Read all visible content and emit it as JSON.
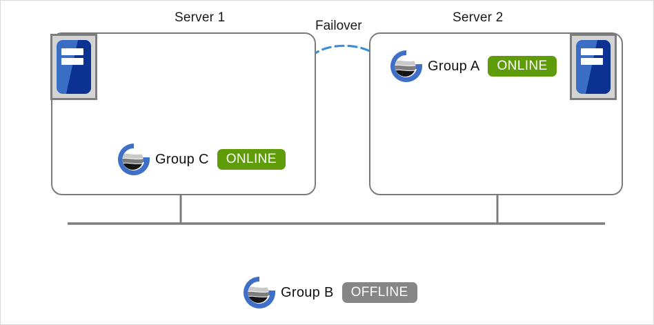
{
  "diagram": {
    "title_server1": "Server 1",
    "title_server2": "Server 2",
    "failover_label": "Failover",
    "colors": {
      "online": "#5f9c0a",
      "offline": "#868686",
      "box_border": "#7a7a7a",
      "bus_line": "#7d7d7d",
      "failover_arrow": "#3d8fd1",
      "machine_blue_light": "#3a6dc4",
      "machine_blue_dark": "#0b3291",
      "machine_frame": "#7d7d7d",
      "group_ring_blue": "#3f6fc6"
    },
    "servers": [
      {
        "name": "server-1",
        "title": "Server 1",
        "machine_icon": "server-machine-icon",
        "groups": [
          {
            "icon": "group-globe-icon",
            "label": "Group  C",
            "status": "ONLINE",
            "status_kind": "online"
          }
        ]
      },
      {
        "name": "server-2",
        "title": "Server 2",
        "machine_icon": "server-machine-icon",
        "groups": [
          {
            "icon": "group-globe-icon",
            "label": "Group A",
            "status": "ONLINE",
            "status_kind": "online"
          }
        ]
      }
    ],
    "detached_group": {
      "icon": "group-globe-icon",
      "label": "Group B",
      "status": "OFFLINE",
      "status_kind": "offline"
    }
  }
}
